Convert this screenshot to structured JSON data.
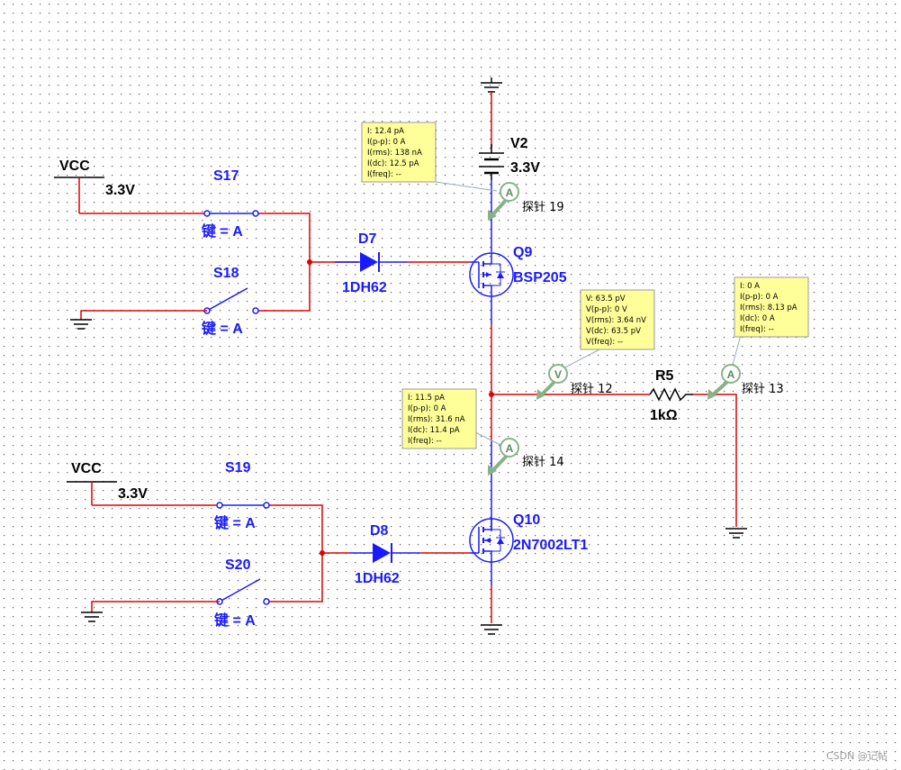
{
  "sources": [
    {
      "name": "VCC",
      "value": "3.3V"
    },
    {
      "name": "VCC",
      "value": "3.3V"
    }
  ],
  "switches": [
    {
      "name": "S17",
      "key": "键 = A"
    },
    {
      "name": "S18",
      "key": "键 = A"
    },
    {
      "name": "S19",
      "key": "键 = A"
    },
    {
      "name": "S20",
      "key": "键 = A"
    }
  ],
  "diodes": [
    {
      "name": "D7",
      "model": "1DH62"
    },
    {
      "name": "D8",
      "model": "1DH62"
    }
  ],
  "battery": {
    "name": "V2",
    "value": "3.3V"
  },
  "mosfets": [
    {
      "name": "Q9",
      "model": "BSP205"
    },
    {
      "name": "Q10",
      "model": "2N7002LT1"
    }
  ],
  "resistor": {
    "name": "R5",
    "value": "1kΩ"
  },
  "probes": [
    {
      "label": "探针 19",
      "kind": "A",
      "readout": [
        "I: 12.4 pA",
        "I(p-p): 0 A",
        "I(rms): 138 nA",
        "I(dc): 12.5 pA",
        "I(freq): --"
      ]
    },
    {
      "label": "探针 12",
      "kind": "V",
      "readout": [
        "V: 63.5 pV",
        "V(p-p): 0 V",
        "V(rms): 3.64 nV",
        "V(dc): 63.5 pV",
        "V(freq): --"
      ]
    },
    {
      "label": "探针 13",
      "kind": "A",
      "readout": [
        "I: 0 A",
        "I(p-p): 0 A",
        "I(rms): 8.13 pA",
        "I(dc): 0 A",
        "I(freq): --"
      ]
    },
    {
      "label": "探针 14",
      "kind": "A",
      "readout": [
        "I: 11.5 pA",
        "I(p-p): 0 A",
        "I(rms): 31.6 nA",
        "I(dc): 11.4 pA",
        "I(freq): --"
      ]
    }
  ],
  "watermark": "CSDN @记帖",
  "colors": {
    "wire": "#e00000",
    "component": "#1a1aff",
    "ground": "#000000",
    "probe_arrow": "#86b386",
    "readout_bg": "#ffff99"
  }
}
